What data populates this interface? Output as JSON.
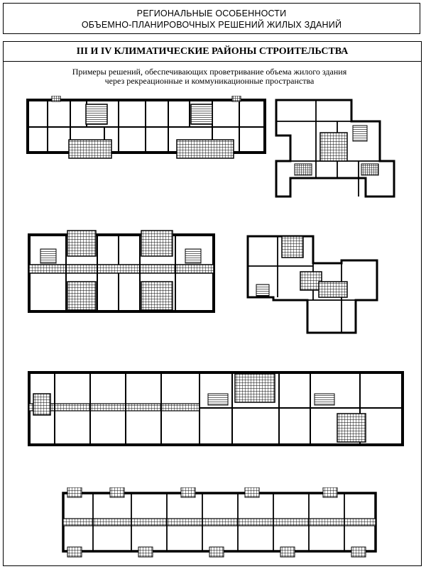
{
  "header": {
    "line1": "РЕГИОНАЛЬНЫЕ ОСОБЕННОСТИ",
    "line2": "ОБЪЕМНО-ПЛАНИРОВОЧНЫХ РЕШЕНИЙ ЖИЛЫХ ЗДАНИЙ"
  },
  "section": {
    "title": "III И IV КЛИМАТИЧЕСКИЕ РАЙОНЫ СТРОИТЕЛЬСТВА",
    "caption_line1": "Примеры решений, обеспечивающих проветривание объема жилого здания",
    "caption_line2": "через рекреационные и коммуникационные пространства"
  }
}
